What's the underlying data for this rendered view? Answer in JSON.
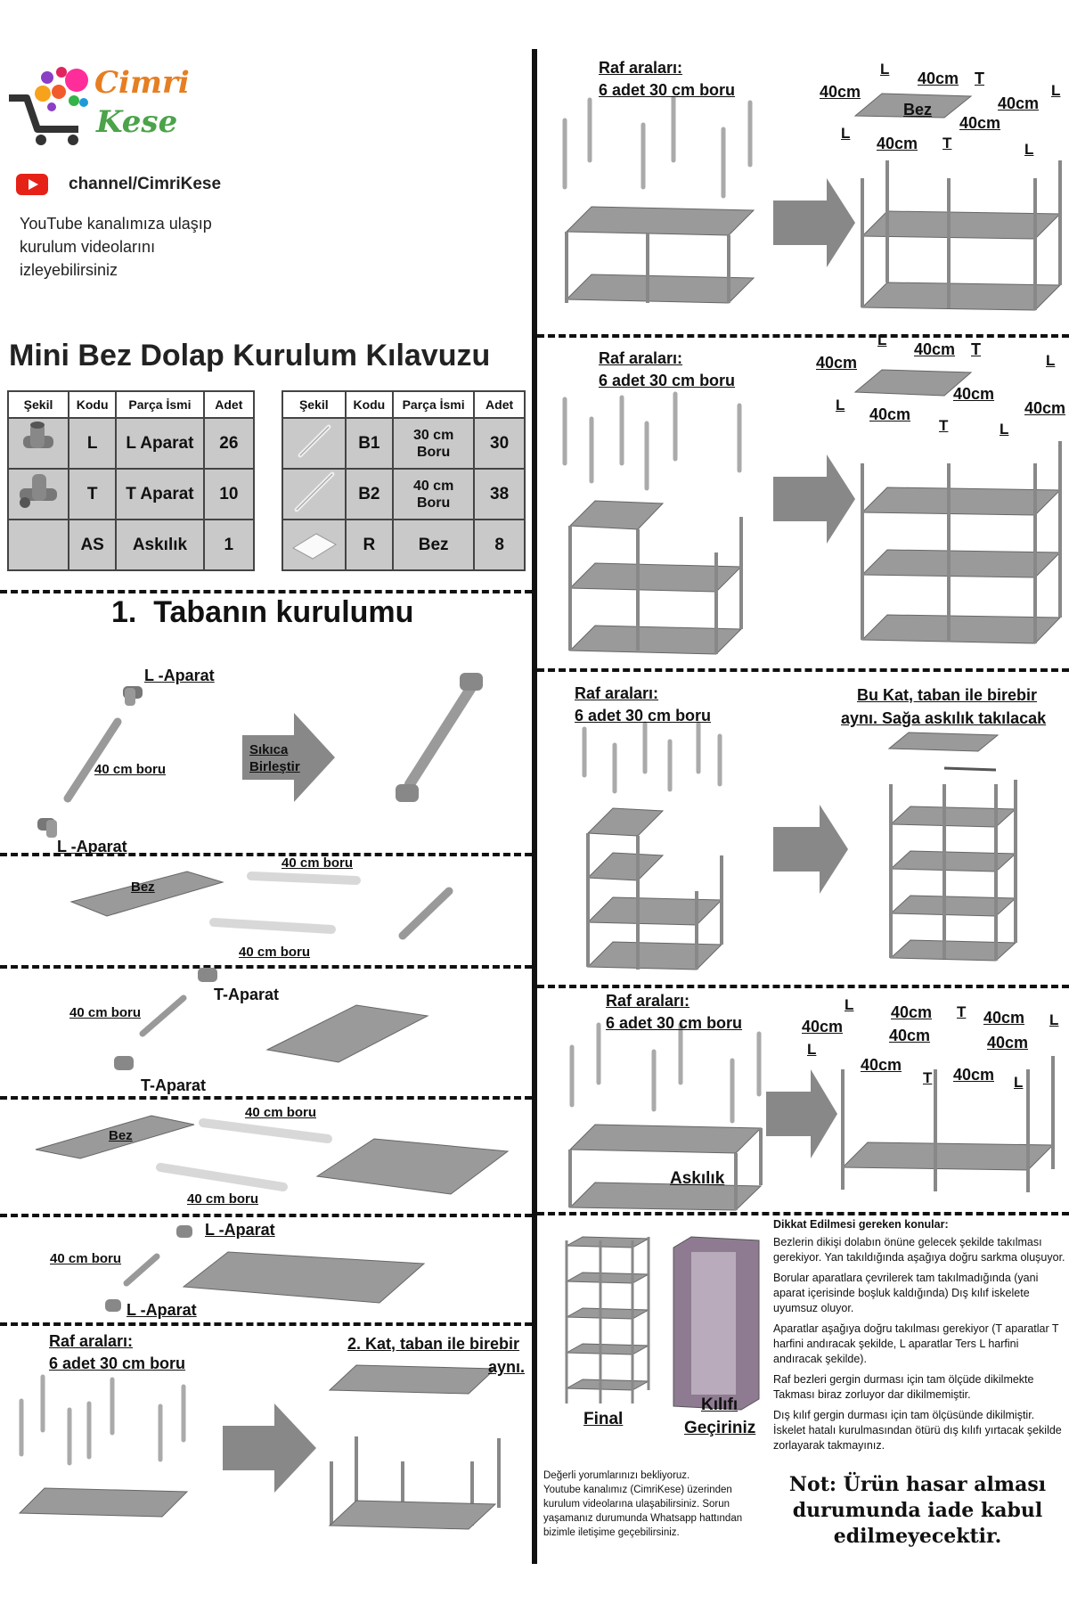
{
  "brand": {
    "name_line1": "Cimri",
    "name_line2": "Kese",
    "channel": "channel/CimriKese",
    "youtube_text": [
      "YouTube kanalımıza ulaşıp",
      "kurulum videolarını",
      "izleyebilirsiniz"
    ]
  },
  "title": "Mini Bez Dolap Kurulum Kılavuzu",
  "parts_table": {
    "headers": [
      "Şekil",
      "Kodu",
      "Parça İsmi",
      "Adet"
    ],
    "left": [
      {
        "code": "L",
        "name": "L Aparat",
        "qty": "26"
      },
      {
        "code": "T",
        "name": "T Aparat",
        "qty": "10"
      },
      {
        "code": "AS",
        "name": "Askılık",
        "qty": "1"
      }
    ],
    "right": [
      {
        "code": "B1",
        "name": "30 cm Boru",
        "qty": "30"
      },
      {
        "code": "B2",
        "name": "40 cm Boru",
        "qty": "38"
      },
      {
        "code": "R",
        "name": "Bez",
        "qty": "8"
      }
    ]
  },
  "section1": {
    "title": "1.  Tabanın kurulumu",
    "step1": {
      "l_aparat_top": "L -Aparat",
      "pipe": "40 cm boru",
      "arrow": "Sıkıca Birleştir",
      "l_aparat_bottom": "L -Aparat"
    },
    "step2": {
      "bez": "Bez",
      "pipe_top": "40 cm boru",
      "pipe_bottom": "40 cm boru"
    },
    "step3": {
      "pipe": "40 cm boru",
      "t_top": "T-Aparat",
      "t_bottom": "T-Aparat"
    },
    "step4": {
      "bez": "Bez",
      "pipe_top": "40 cm boru",
      "pipe_bottom": "40 cm boru"
    },
    "step5": {
      "pipe": "40 cm boru",
      "l_top": "L -Aparat",
      "l_bottom": "L -Aparat"
    },
    "step6": {
      "raf_title": "Raf araları:",
      "raf_sub": "6 adet 30 cm boru",
      "kat_line1": "2. Kat, taban ile birebir",
      "kat_line2": "aynı."
    }
  },
  "right_column": {
    "panel1": {
      "raf_title": "Raf araları:",
      "raf_sub": "6 adet 30 cm boru",
      "labels": [
        "L",
        "40cm",
        "T",
        "L",
        "40cm",
        "Bez",
        "40cm",
        "40cm",
        "L",
        "40cm",
        "T",
        "L"
      ]
    },
    "panel2": {
      "raf_title": "Raf araları:",
      "raf_sub": "6 adet 30 cm boru",
      "labels": [
        "L",
        "40cm",
        "T",
        "L",
        "40cm",
        "40cm",
        "L",
        "40cm",
        "40cm",
        "T",
        "L"
      ]
    },
    "panel3": {
      "raf_title": "Raf araları:",
      "raf_sub": "6 adet 30 cm boru",
      "note_line1": "Bu Kat, taban ile birebir",
      "note_line2": "aynı. Sağa askılık takılacak"
    },
    "panel4": {
      "raf_title": "Raf araları:",
      "raf_sub": "6 adet 30 cm boru",
      "askilik": "Askılık",
      "labels": [
        "L",
        "40cm",
        "T",
        "40cm",
        "L",
        "40cm",
        "L",
        "40cm",
        "40cm",
        "40cm",
        "T",
        "40cm",
        "L"
      ]
    },
    "panel5": {
      "final": "Final",
      "kilif_line1": "Kılıfı",
      "kilif_line2": "Geçiriniz",
      "notes_title": "Dikkat Edilmesi gereken konular:",
      "notes": [
        "Bezlerin dikişi dolabın önüne gelecek şekilde takılması gerekiyor. Yan takıldığında aşağıya doğru sarkma oluşuyor.",
        "Borular aparatlara çevrilerek tam takılmadığında (yani aparat içerisinde boşluk kaldığında) Dış kılıf iskelete uyumsuz oluyor.",
        "Aparatlar aşağıya doğru takılması gerekiyor (T aparatlar T harfini andıracak şekilde, L aparatlar Ters L harfini andıracak şekilde).",
        "Raf bezleri gergin durması için tam ölçüde dikilmekte Takması biraz zorluyor dar dikilmemiştir.",
        "Dış kılıf gergin durması için tam ölçüsünde dikilmiştir. İskelet hatalı kurulmasından ötürü dış kılıfı yırtacak şekilde zorlayarak takmayınız."
      ],
      "comment_text": [
        "Değerli yorumlarınızı bekliyoruz.",
        "Youtube kanalımız (CimriKese) üzerinden",
        "kurulum videolarına ulaşabilirsiniz. Sorun",
        "yaşamanız durumunda Whatsapp hattından",
        "bizimle iletişime geçebilirsiniz."
      ],
      "warning": [
        "Not: Ürün hasar alması",
        "durumunda iade kabul",
        "edilmeyecektir."
      ]
    }
  }
}
